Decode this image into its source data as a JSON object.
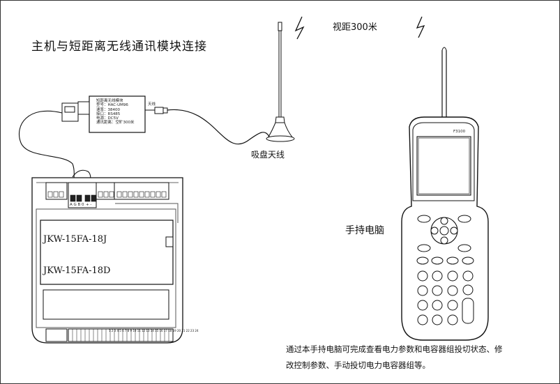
{
  "title": "主机与短距离无线通讯模块连接",
  "range_label": "视距300米",
  "antenna_label": "吸盘天线",
  "handheld_label": "手持电脑",
  "description": {
    "line1": "通过本手持电脑可完成查看电力参数和电容器组投切状态、修",
    "line2": "改控制参数、手动投切电力电容器组等。"
  },
  "module_label": {
    "name": "短距离无线模块",
    "model": "型号：HAC-UM96",
    "baud": "速率：38400",
    "interface": "接口：RS485",
    "power": "电源：DC5V",
    "distance": "通讯距离：空旷300米"
  },
  "antenna_port_label": "天线",
  "controller": {
    "model_top": "JKW-15FA-18J",
    "model_bottom": "JKW-15FA-18D",
    "terminal_labels_left": "A G B  0",
    "terminal_labels_right": "+  -"
  },
  "device": {
    "brand": "F3100"
  }
}
